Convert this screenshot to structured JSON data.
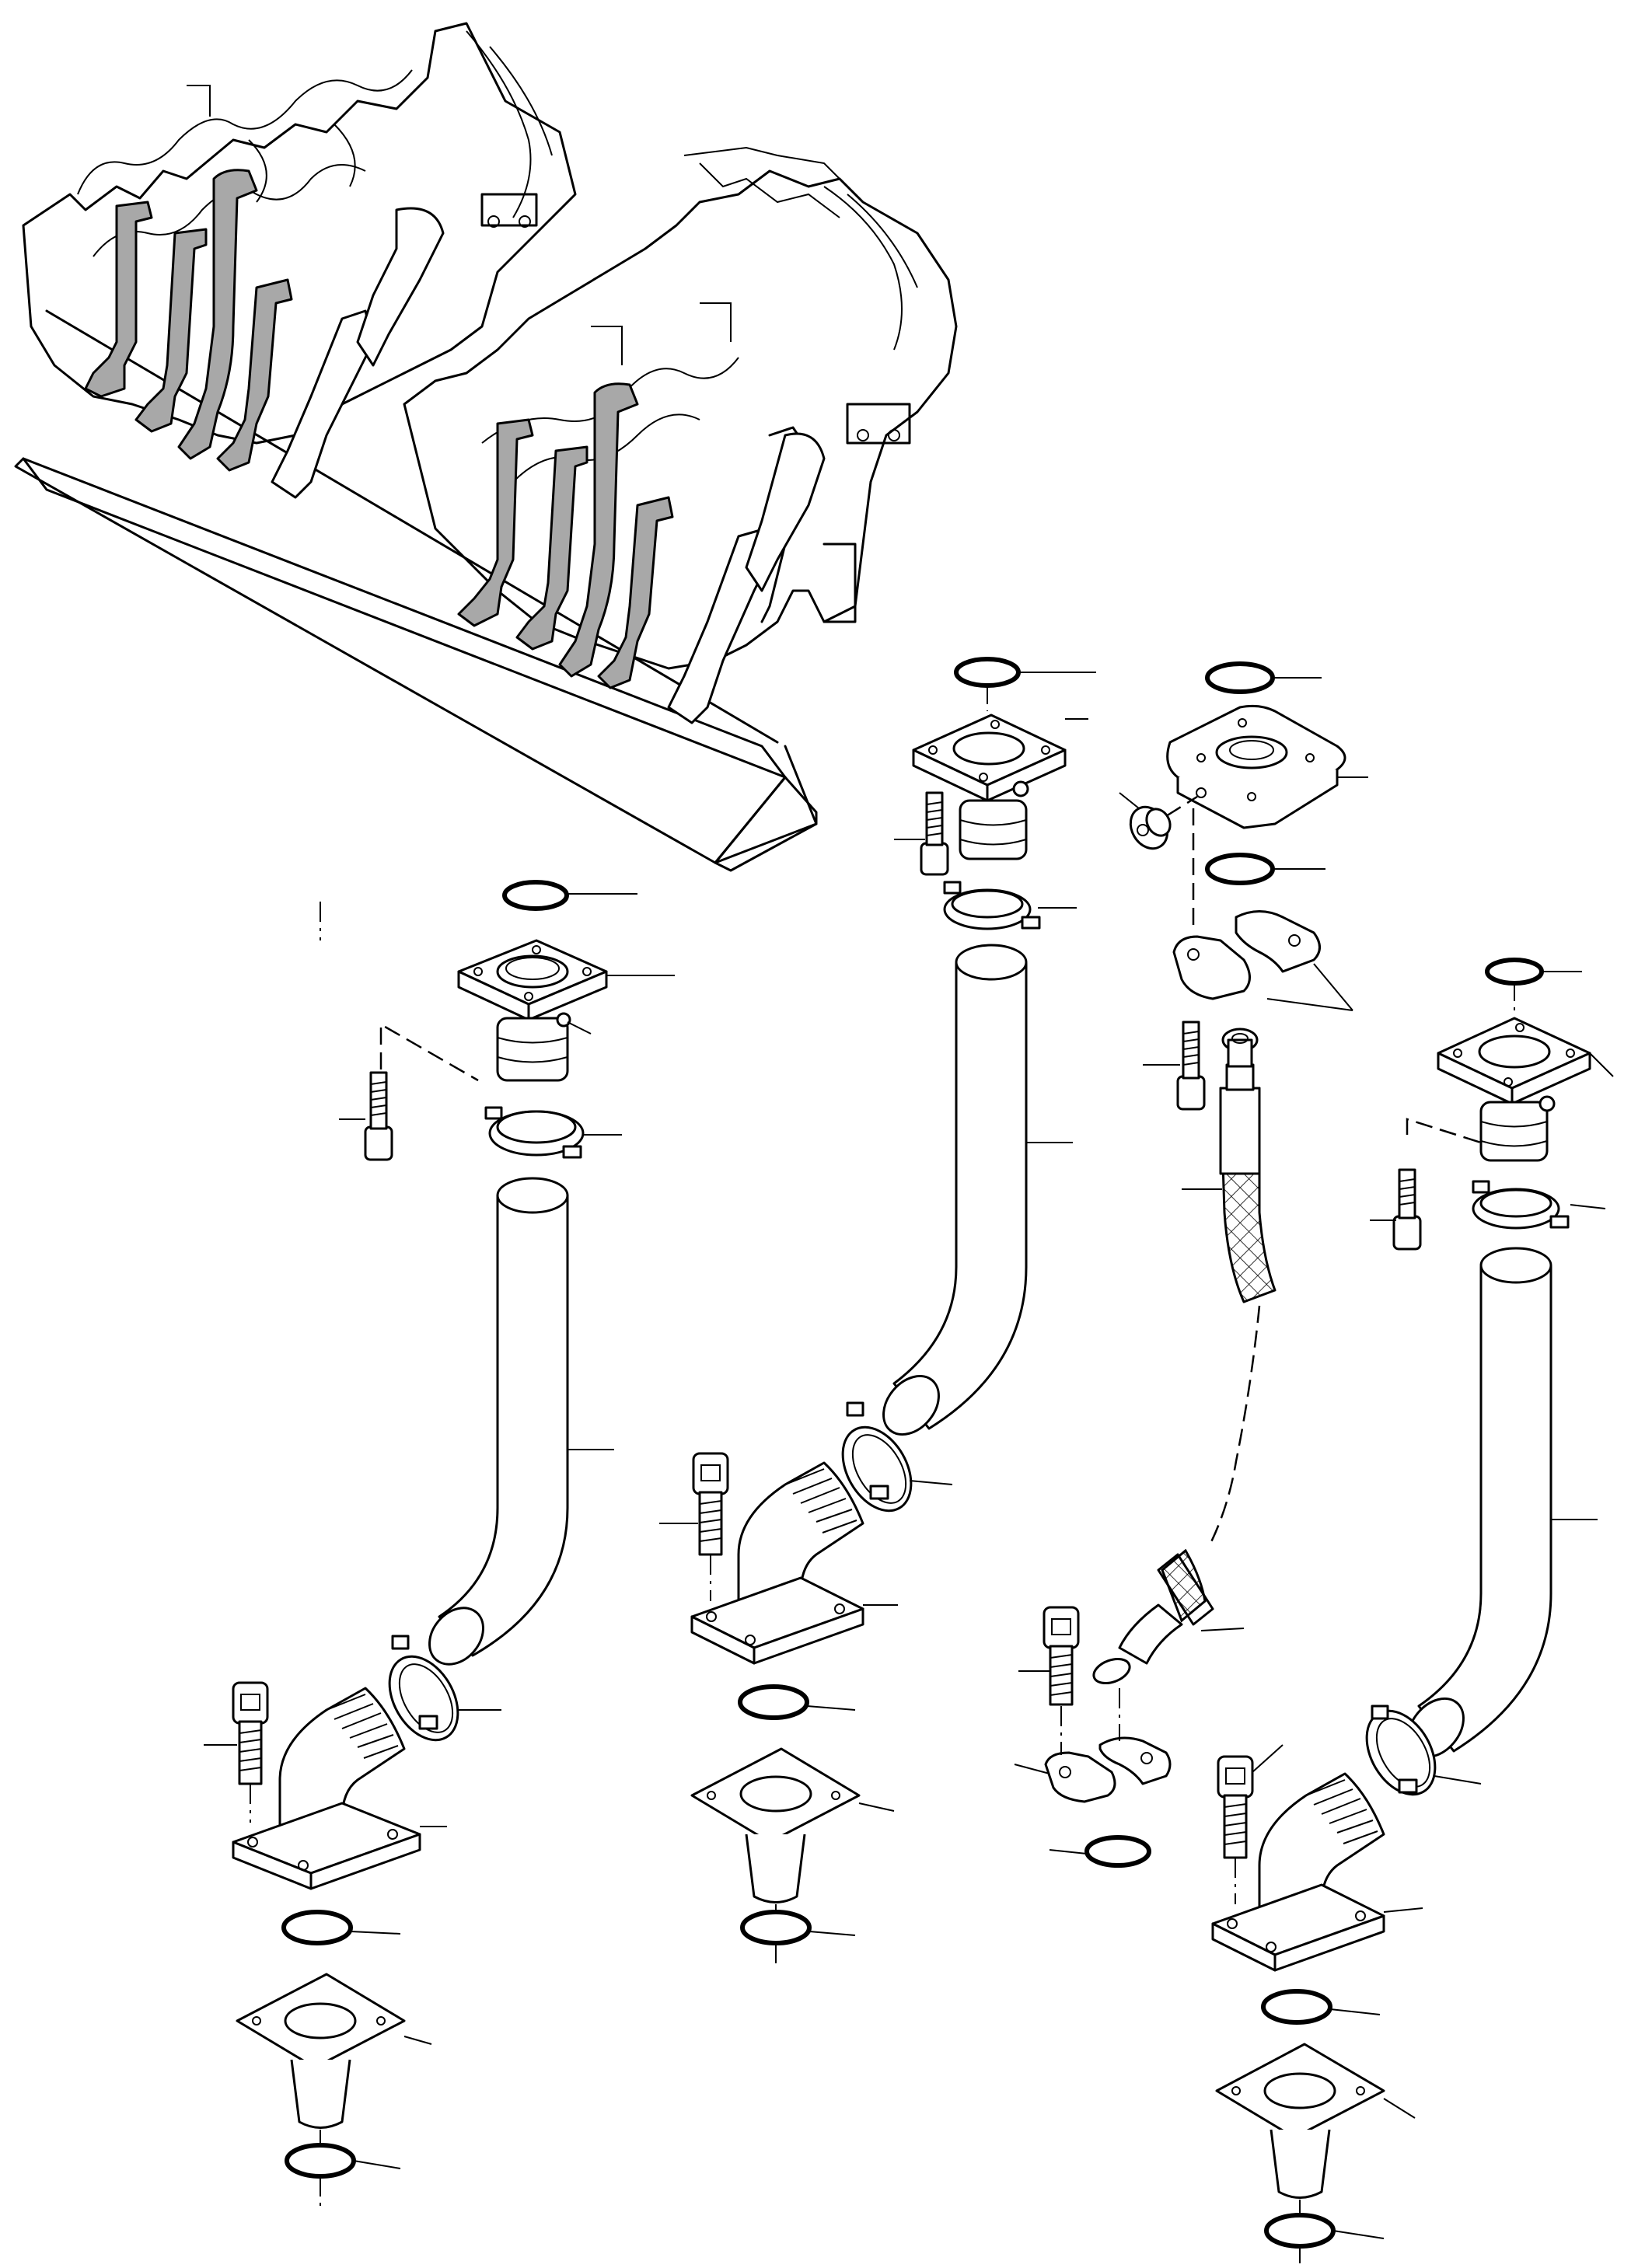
{
  "figure": {
    "assemblies": [
      {
        "name": "left-pipe-assembly"
      },
      {
        "name": "center-pipe-assembly"
      },
      {
        "name": "hose-assembly"
      },
      {
        "name": "right-pipe-assembly"
      }
    ],
    "part_labels": []
  }
}
